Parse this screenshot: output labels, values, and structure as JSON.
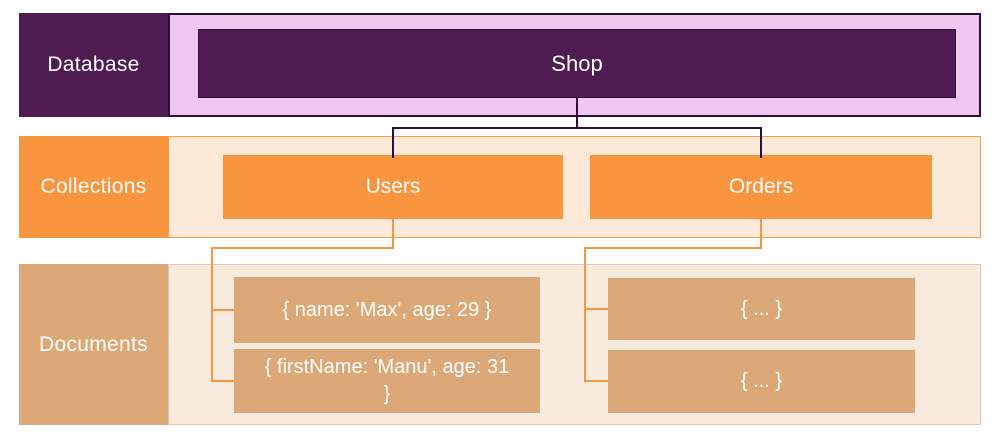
{
  "colors": {
    "purple_dark": "#4e1c50",
    "purple_light": "#efc7ee",
    "purple_line": "#2f0d3a",
    "orange": "#f9943f",
    "orange_cream": "#fce9d8",
    "collections_border": "#f89c4f",
    "tan": "#dda877",
    "tan_cream": "#f9eade",
    "documents_border": "#e9c6a7",
    "text_white": "#ffffff"
  },
  "diagram": {
    "database": {
      "row_label": "Database",
      "node": "Shop"
    },
    "collections": {
      "row_label": "Collections",
      "nodes": [
        "Users",
        "Orders"
      ]
    },
    "documents": {
      "row_label": "Documents",
      "users_docs": [
        "{ name: 'Max', age: 29 }",
        "{ firstName: 'Manu', age: 31 }"
      ],
      "orders_docs": [
        "{ ... }",
        "{ ... }"
      ]
    }
  }
}
